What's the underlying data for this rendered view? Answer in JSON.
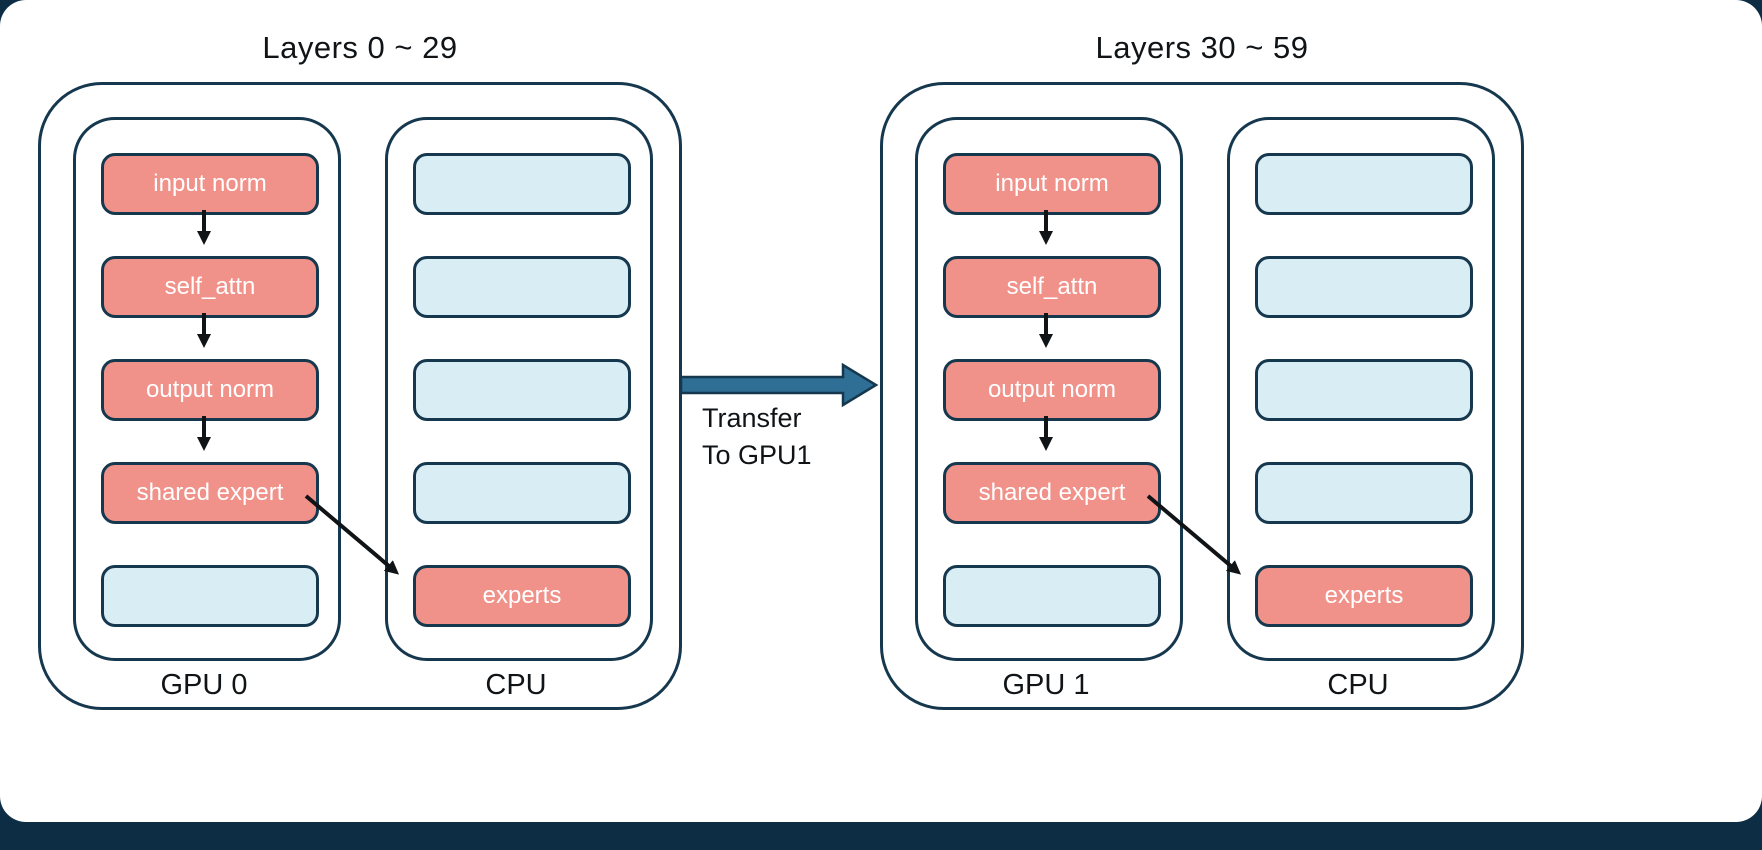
{
  "slide": {
    "background": "#FFFFFF",
    "footer_color": "#0C2D44"
  },
  "colors": {
    "module_fill": "#F0918A",
    "empty_slot_fill": "#D9EDF5",
    "outline": "#16384E",
    "transfer_arrow_fill": "#2F6E95",
    "flow_arrow": "#101417",
    "module_text": "#FFFFFF",
    "label_text": "#101417"
  },
  "groups": [
    {
      "title": "Layers 0 ~ 29",
      "gpu_label": "GPU 0",
      "cpu_label": "CPU",
      "gpu_boxes": [
        {
          "label": "input norm"
        },
        {
          "label": "self_attn"
        },
        {
          "label": "output norm"
        },
        {
          "label": "shared expert"
        },
        {
          "label": ""
        }
      ],
      "cpu_boxes": [
        {
          "label": ""
        },
        {
          "label": ""
        },
        {
          "label": ""
        },
        {
          "label": ""
        },
        {
          "label": "experts"
        }
      ]
    },
    {
      "title": "Layers 30 ~ 59",
      "gpu_label": "GPU 1",
      "cpu_label": "CPU",
      "gpu_boxes": [
        {
          "label": "input norm"
        },
        {
          "label": "self_attn"
        },
        {
          "label": "output norm"
        },
        {
          "label": "shared expert"
        },
        {
          "label": ""
        }
      ],
      "cpu_boxes": [
        {
          "label": ""
        },
        {
          "label": ""
        },
        {
          "label": ""
        },
        {
          "label": ""
        },
        {
          "label": "experts"
        }
      ]
    }
  ],
  "transfer": {
    "line1": "Transfer",
    "line2": "To GPU1"
  }
}
